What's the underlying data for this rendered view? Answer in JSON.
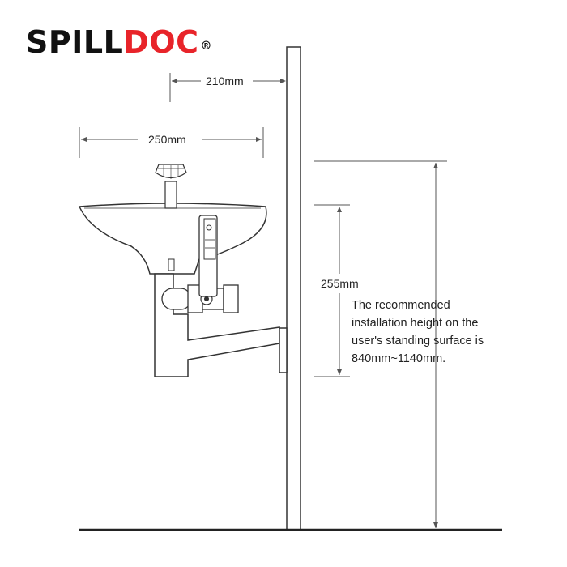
{
  "brand": {
    "part1": "SPILL",
    "part2": "DOC",
    "registered": "®",
    "color_dark": "#111111",
    "color_accent": "#e8242a"
  },
  "dimensions": {
    "wall_offset": "210mm",
    "bowl_width": "250mm",
    "mid_height": "255mm"
  },
  "note": {
    "lines": [
      "The recommended",
      "installation height on the",
      "user's standing surface is",
      "840mm~1140mm."
    ]
  },
  "colors": {
    "line": "#333333",
    "thin": "#555555",
    "floor": "#222222"
  }
}
